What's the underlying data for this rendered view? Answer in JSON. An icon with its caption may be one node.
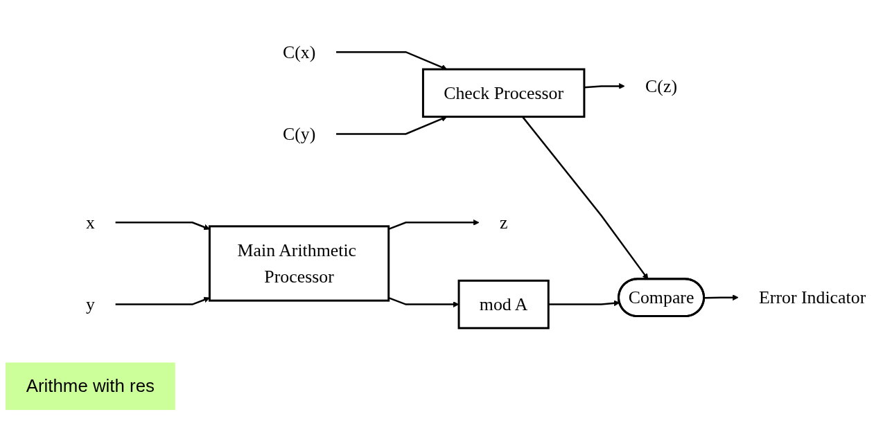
{
  "diagram": {
    "nodes": [
      {
        "text": [
          "x"
        ]
      },
      {
        "text": [
          "C(x)"
        ]
      },
      {
        "text": [
          "y"
        ]
      },
      {
        "text": [
          "C(y)"
        ]
      },
      {
        "text": [
          "Main Arithmetic Processor"
        ]
      },
      {
        "text": [
          "Check Processor"
        ]
      },
      {
        "text": [
          "mod A"
        ]
      },
      {
        "text": [
          "Compare"
        ]
      },
      {
        "text": [
          "z"
        ]
      },
      {
        "text": [
          "C(z)"
        ]
      },
      {
        "text": [
          "Error Indicator"
        ]
      },
      {
        "text": [
          "Arithme with res"
        ]
      }
    ],
    "edges": [
      {
        "from": 0,
        "to": 4,
        "arrow": "to"
      },
      {
        "from": 1,
        "to": 5,
        "arrow": "to"
      },
      {
        "from": 2,
        "to": 4,
        "arrow": "to"
      },
      {
        "from": 3,
        "to": 5,
        "arrow": "to"
      },
      {
        "from": 4,
        "to": 8,
        "arrow": "to"
      },
      {
        "from": 4,
        "to": 6,
        "arrow": "to"
      },
      {
        "from": 5,
        "to": 9,
        "arrow": "to"
      },
      {
        "from": 5,
        "to": 7,
        "arrow": "to"
      },
      {
        "from": 6,
        "to": 7,
        "arrow": "to"
      },
      {
        "from": 7,
        "to": 10,
        "arrow": "to"
      }
    ]
  }
}
